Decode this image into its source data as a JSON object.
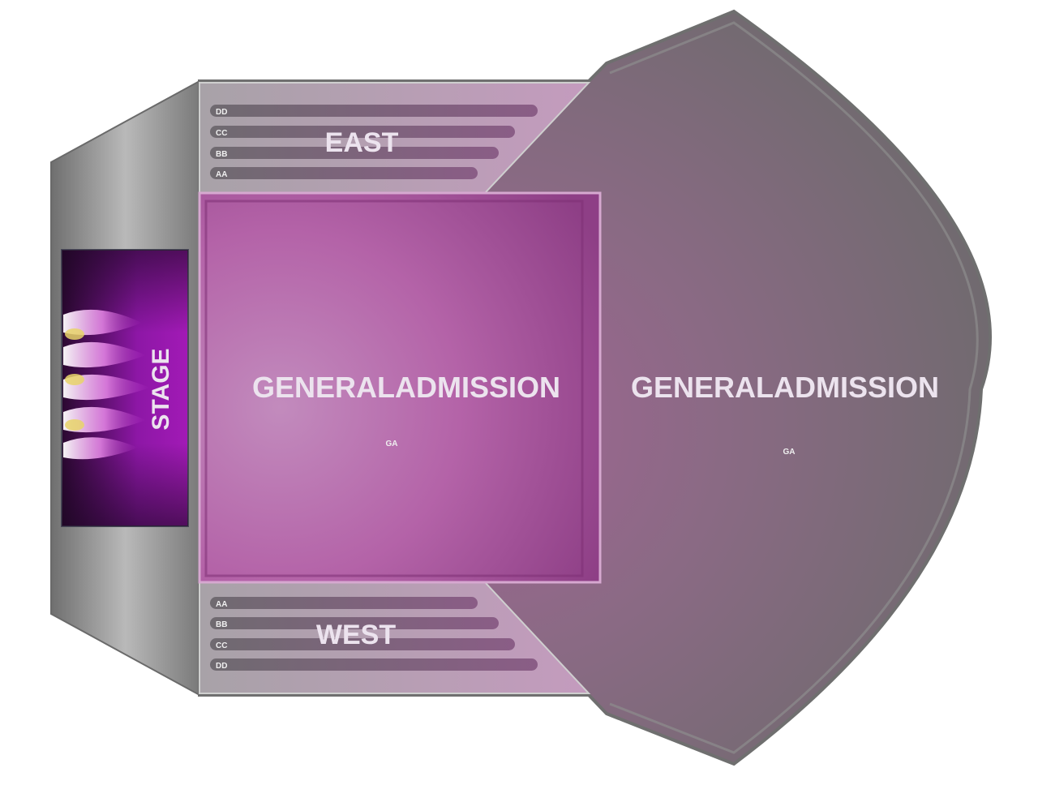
{
  "venue_map": {
    "stage": {
      "label": "STAGE"
    },
    "east": {
      "label": "EAST",
      "rows": [
        "DD",
        "CC",
        "BB",
        "AA"
      ]
    },
    "west": {
      "label": "WEST",
      "rows": [
        "AA",
        "BB",
        "CC",
        "DD"
      ]
    },
    "ga_floor": {
      "label": "GENERALADMISSION",
      "code": "GA"
    },
    "ga_lawn": {
      "label": "GENERALADMISSION",
      "code": "GA"
    },
    "colors": {
      "stage": "#8a16a8",
      "ga_floor": "#b25ca6",
      "ga_lawn": "#7e6c7d",
      "grey_area": "#8e8e8e"
    }
  }
}
